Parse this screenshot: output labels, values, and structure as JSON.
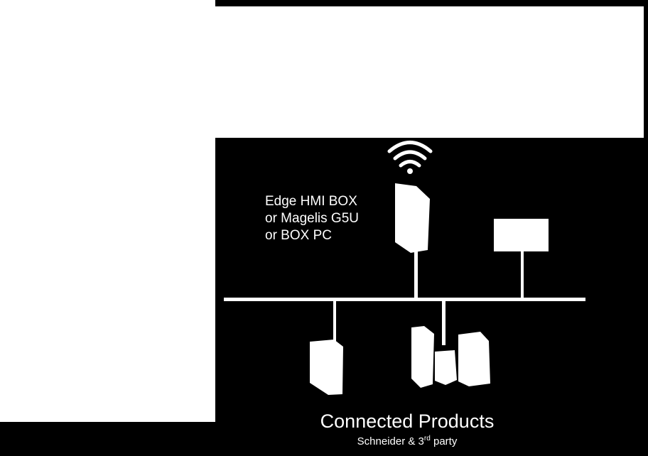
{
  "colors": {
    "background": "#000000",
    "foreground": "#ffffff"
  },
  "icons": [
    "wifi-icon",
    "edge-hmi-box-device",
    "network-device-box",
    "plc-device",
    "modular-controller-device"
  ],
  "diagram": {
    "hmi_label": {
      "line1": "Edge HMI BOX",
      "line2": "or Magelis G5U",
      "line3": "or BOX PC"
    },
    "footer": {
      "title": "Connected Products",
      "subtitle_main": "Schneider & 3",
      "subtitle_sup": "rd",
      "subtitle_end": " party"
    }
  }
}
